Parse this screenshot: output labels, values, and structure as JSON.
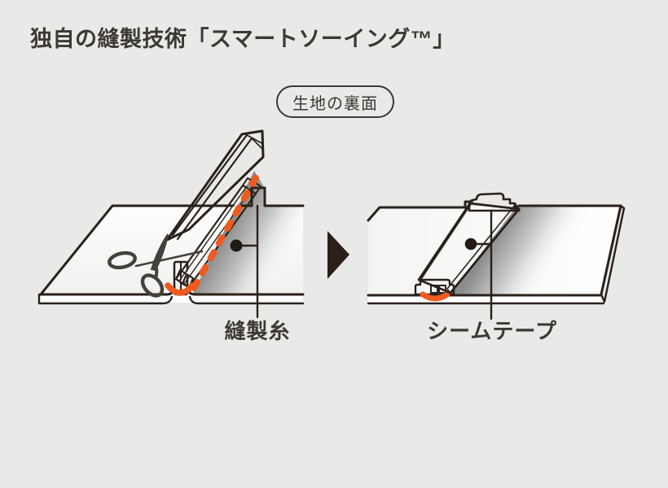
{
  "title": "独自の縫製技術「スマートソーイング™」",
  "badge": "生地の裏面",
  "before": {
    "label": "縫製糸"
  },
  "after": {
    "label": "シームテープ"
  },
  "colors": {
    "background": "#E9E9E8",
    "outline": "#2A211B",
    "text": "#3C3834",
    "thread_orange": "#EF5A1E",
    "tape_cream": "#FBE3AC",
    "fabric_white": "#FDFDFD",
    "shade_gray": "#8C8C8C",
    "scissors_gray": "#44413B",
    "arrow_dark": "#2B1F1A"
  }
}
